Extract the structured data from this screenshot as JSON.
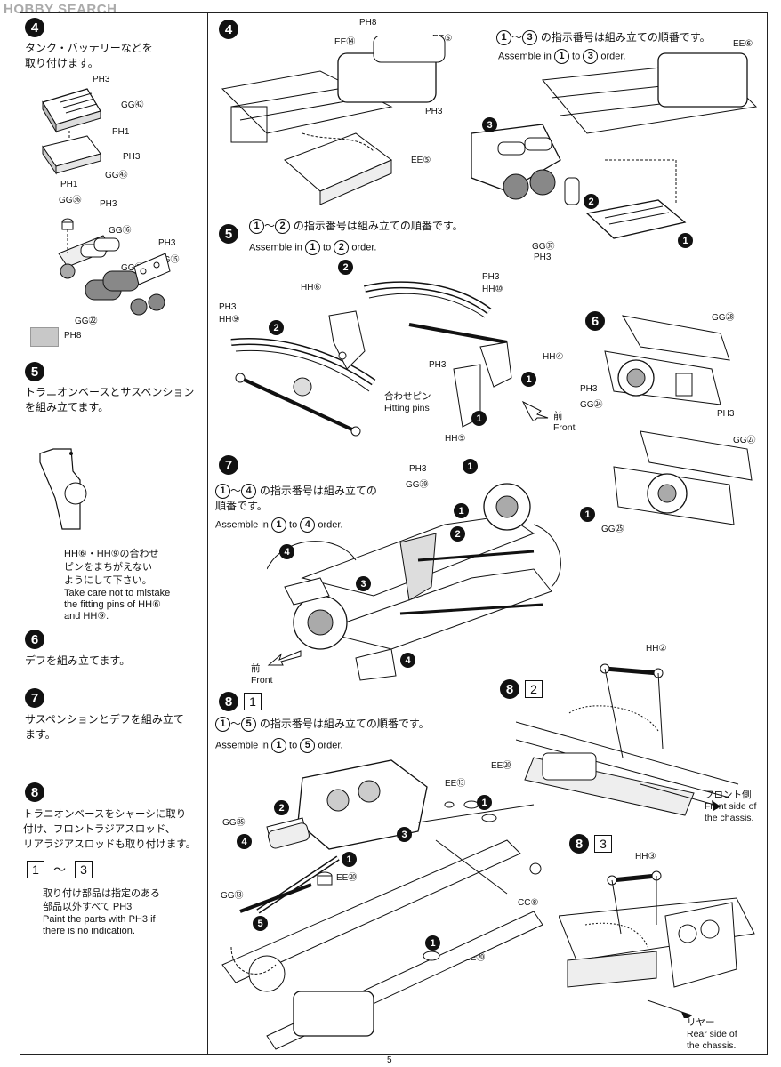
{
  "watermark": "HOBBY SEARCH",
  "page_number": "5",
  "left": {
    "s4_num": "4",
    "s4_jp_1": "タンク・バッテリーなどを",
    "s4_jp_2": "取り付けます。",
    "s5_num": "5",
    "s5_jp_1": "トラニオンベースとサスペンション",
    "s5_jp_2": "を組み立てます。",
    "note_jp_1": "HH⑥・HH⑨の合わせ",
    "note_jp_2": "ピンをまちがえない",
    "note_jp_3": "ようにして下さい。",
    "note_en_1": "Take care not to mistake",
    "note_en_2": "the fitting pins of HH⑥",
    "note_en_3": "and HH⑨.",
    "s6_num": "6",
    "s6_jp": "デフを組み立てます。",
    "s7_num": "7",
    "s7_jp_1": "サスペンションとデフを組み立て",
    "s7_jp_2": "ます。",
    "s8_num": "8",
    "s8_jp_1": "トラニオンベースをシャーシに取り",
    "s8_jp_2": "付け、フロントラジアスロッド、",
    "s8_jp_3": "リアラジアスロッドも取り付けます。",
    "range_a": "1",
    "range_sep": "～",
    "range_b": "3",
    "paint_jp_1": "取り付け部品は指定のある",
    "paint_jp_2": "部品以外すべて ",
    "paint_code": "PH3",
    "paint_en_1": "Paint the parts with ",
    "paint_en_2": " if",
    "paint_en_3": "there is no indication.",
    "swatch_label": "PH8",
    "labels": [
      "PH3",
      "GG㊷",
      "PH1",
      "PH3",
      "GG㊸",
      "PH1",
      "GG㊱",
      "PH3",
      "GG⑯",
      "PH3",
      "GG⑮",
      "GG㉑",
      "GG㉒"
    ]
  },
  "right": {
    "step4_num": "4",
    "step4_order_jp": "の指示番号は組み立ての順番です。",
    "step4_order_a": "1",
    "step4_order_tilde": "～",
    "step4_order_b": "3",
    "step4_order_en_1": "Assemble in ",
    "step4_order_en_to": " to ",
    "step4_order_en_2": " order.",
    "step4_labels": [
      "PH8",
      "EE⑭",
      "EE⑥",
      "PH3",
      "EE⑤",
      "EE⑥",
      "GG㊲",
      "PH3"
    ],
    "step4_callouts": [
      "3",
      "2",
      "1"
    ],
    "step5_num": "5",
    "step5_order_a": "1",
    "step5_order_b": "2",
    "step5_order_jp": "の指示番号は組み立ての順番です。",
    "step5_order_en_1": "Assemble in ",
    "step5_order_en_to": " to ",
    "step5_order_en_2": " order.",
    "step5_labels": [
      "PH3",
      "HH⑩",
      "HH⑥",
      "PH3",
      "HH⑨",
      "HH④",
      "PH3",
      "HH⑤"
    ],
    "step5_callouts": [
      "2",
      "2",
      "1",
      "1"
    ],
    "fitting_pins_jp": "合わせピン",
    "fitting_pins_en": "Fitting pins",
    "front_jp": "前",
    "front_en": "Front",
    "step6_num": "6",
    "step6_labels": [
      "GG㉘",
      "PH3",
      "GG㉔",
      "PH3",
      "GG㉗",
      "GG㉕"
    ],
    "step7_num": "7",
    "step7_order_a": "1",
    "step7_order_b": "4",
    "step7_order_jp_1": "の指示番号は組み立ての",
    "step7_order_jp_2": "順番です。",
    "step7_order_en_1": "Assemble in ",
    "step7_order_en_to": " to ",
    "step7_order_en_2": " order.",
    "step7_labels": [
      "PH3",
      "GG㊴"
    ],
    "step7_callouts": [
      "1",
      "1",
      "2",
      "4",
      "3",
      "4",
      "1"
    ],
    "front2_jp": "前",
    "front2_en": "Front",
    "step8_1_num": "8",
    "step8_1_box": "1",
    "step8_1_order_a": "1",
    "step8_1_order_b": "5",
    "step8_1_order_jp": "の指示番号は組み立ての順番です。",
    "step8_1_order_en_1": "Assemble in ",
    "step8_1_order_en_to": " to ",
    "step8_1_order_en_2": " order.",
    "step8_1_labels": [
      "EE⑳",
      "EE⑬",
      "GG㉟",
      "EE⑳",
      "GG⑬",
      "CC⑧",
      "EE⑳"
    ],
    "step8_1_callouts": [
      "2",
      "1",
      "3",
      "4",
      "1",
      "5",
      "1"
    ],
    "step8_2_num": "8",
    "step8_2_box": "2",
    "step8_2_label": "HH②",
    "front_side_jp": "フロント側",
    "front_side_en_1": "Front side of",
    "front_side_en_2": "the chassis.",
    "step8_3_num": "8",
    "step8_3_box": "3",
    "step8_3_label": "HH③",
    "rear_jp": "リヤー",
    "rear_en_1": "Rear side of",
    "rear_en_2": "the chassis."
  }
}
